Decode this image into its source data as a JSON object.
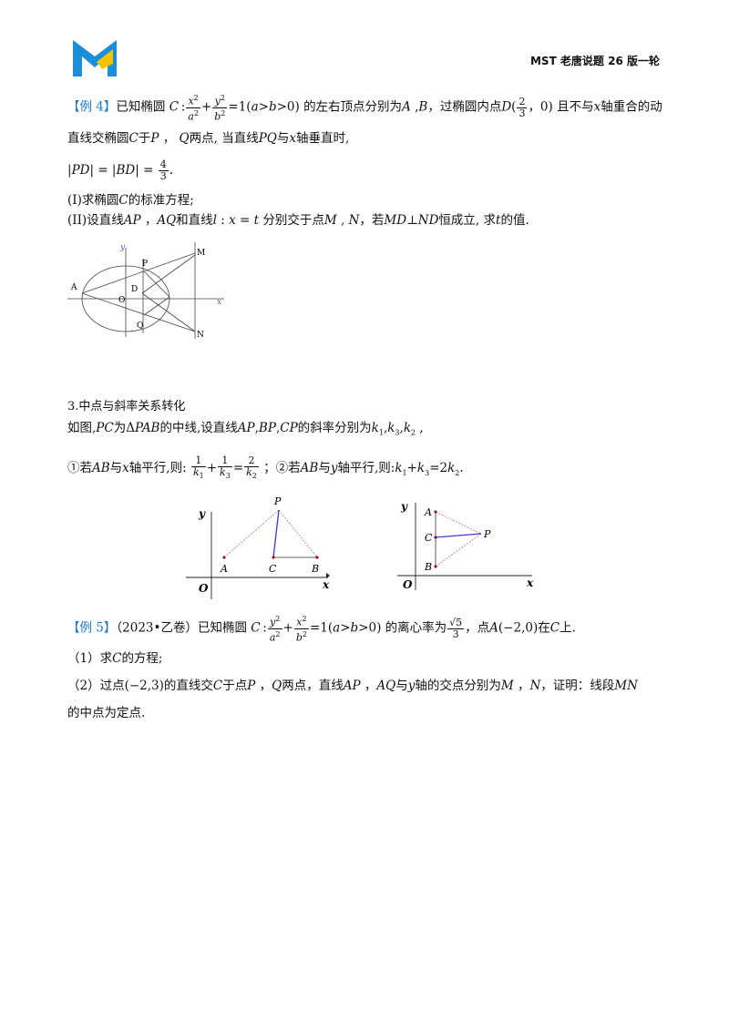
{
  "header": {
    "right_text": "MST 老唐说题 26 版一轮"
  },
  "ex4": {
    "tag": "【例 4】",
    "l1_a": "已知椭圆",
    "l1_b": "的左右顶点分别为",
    "l1_c": "，过椭圆内点",
    "l1_d": "且不与",
    "l1_e": "轴重合的动",
    "l2": "直线交椭圆",
    "l2_b": "于",
    "l2_c": "两点, 当直线",
    "l2_d": "与",
    "l2_e": "轴垂直时,",
    "q1": "(I)求椭圆",
    "q1_b": "的标准方程;",
    "q2": "(II)设直线",
    "q2_b": "和直线",
    "q2_c": "分别交于点",
    "q2_d": "，若",
    "q2_e": "恒成立, 求",
    "q2_f": "的值."
  },
  "fig1": {
    "labels": {
      "y": "y",
      "x": "x",
      "A": "A",
      "O": "O",
      "D": "D",
      "P": "P",
      "Q": "Q",
      "M": "M",
      "N": "N"
    }
  },
  "sec3": {
    "title": "3.中点与斜率关系转化",
    "l1_a": "如图,",
    "l1_b": "为",
    "l1_c": "的中线,设直线",
    "l1_d": "的斜率分别为",
    "l2_a": "①若",
    "l2_b": "与",
    "l2_c": "轴平行,则:",
    "l2_d": "；②若",
    "l2_e": "与",
    "l2_f": "轴平行,则:"
  },
  "fig2": {
    "labels": {
      "y": "y",
      "x": "x",
      "O": "O",
      "P": "P",
      "A": "A",
      "C": "C",
      "B": "B"
    }
  },
  "fig3": {
    "labels": {
      "y": "y",
      "x": "x",
      "O": "O",
      "P": "P",
      "A": "A",
      "C": "C",
      "B": "B"
    }
  },
  "ex5": {
    "tag": "【例 5】",
    "l1_a": "（2023•乙卷）已知椭圆",
    "l1_b": "的离心率为",
    "l1_c": "，点",
    "l1_d": "在",
    "l1_e": "上.",
    "q1": "（1）求",
    "q1_b": "的方程;",
    "q2": "（2）过点",
    "q2_b": "的直线交",
    "q2_c": "于点",
    "q2_d": "两点，直线",
    "q2_e": "与",
    "q2_f": "轴的交点分别为",
    "q2_g": "，证明：线段",
    "q3": "的中点为定点."
  },
  "colors": {
    "tag": "#1f79c6",
    "logo_blue": "#1a8fd8",
    "logo_yellow": "#f2c500"
  }
}
